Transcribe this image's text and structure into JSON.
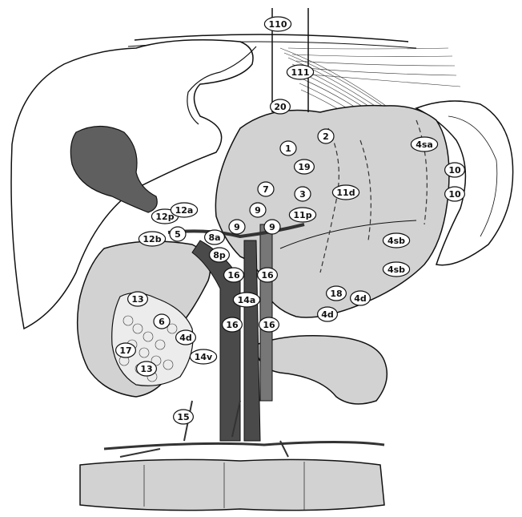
{
  "diagram": {
    "palette": {
      "organ_fill": "#d2d2d2",
      "dark_fill": "#5f5f5f",
      "vessel_fill": "#4a4a4a",
      "line": "#111111",
      "background": "#ffffff"
    },
    "lymph_node_labels": [
      "110",
      "111",
      "20",
      "2",
      "1",
      "19",
      "4sa",
      "10",
      "10",
      "7",
      "3",
      "11d",
      "9",
      "11p",
      "12p",
      "12a",
      "5",
      "8a",
      "9",
      "9",
      "12b",
      "8p",
      "4sb",
      "16",
      "16",
      "13",
      "14a",
      "18",
      "4d",
      "4sb",
      "6",
      "4d",
      "16",
      "16",
      "4d",
      "17",
      "14v",
      "13",
      "15"
    ]
  }
}
